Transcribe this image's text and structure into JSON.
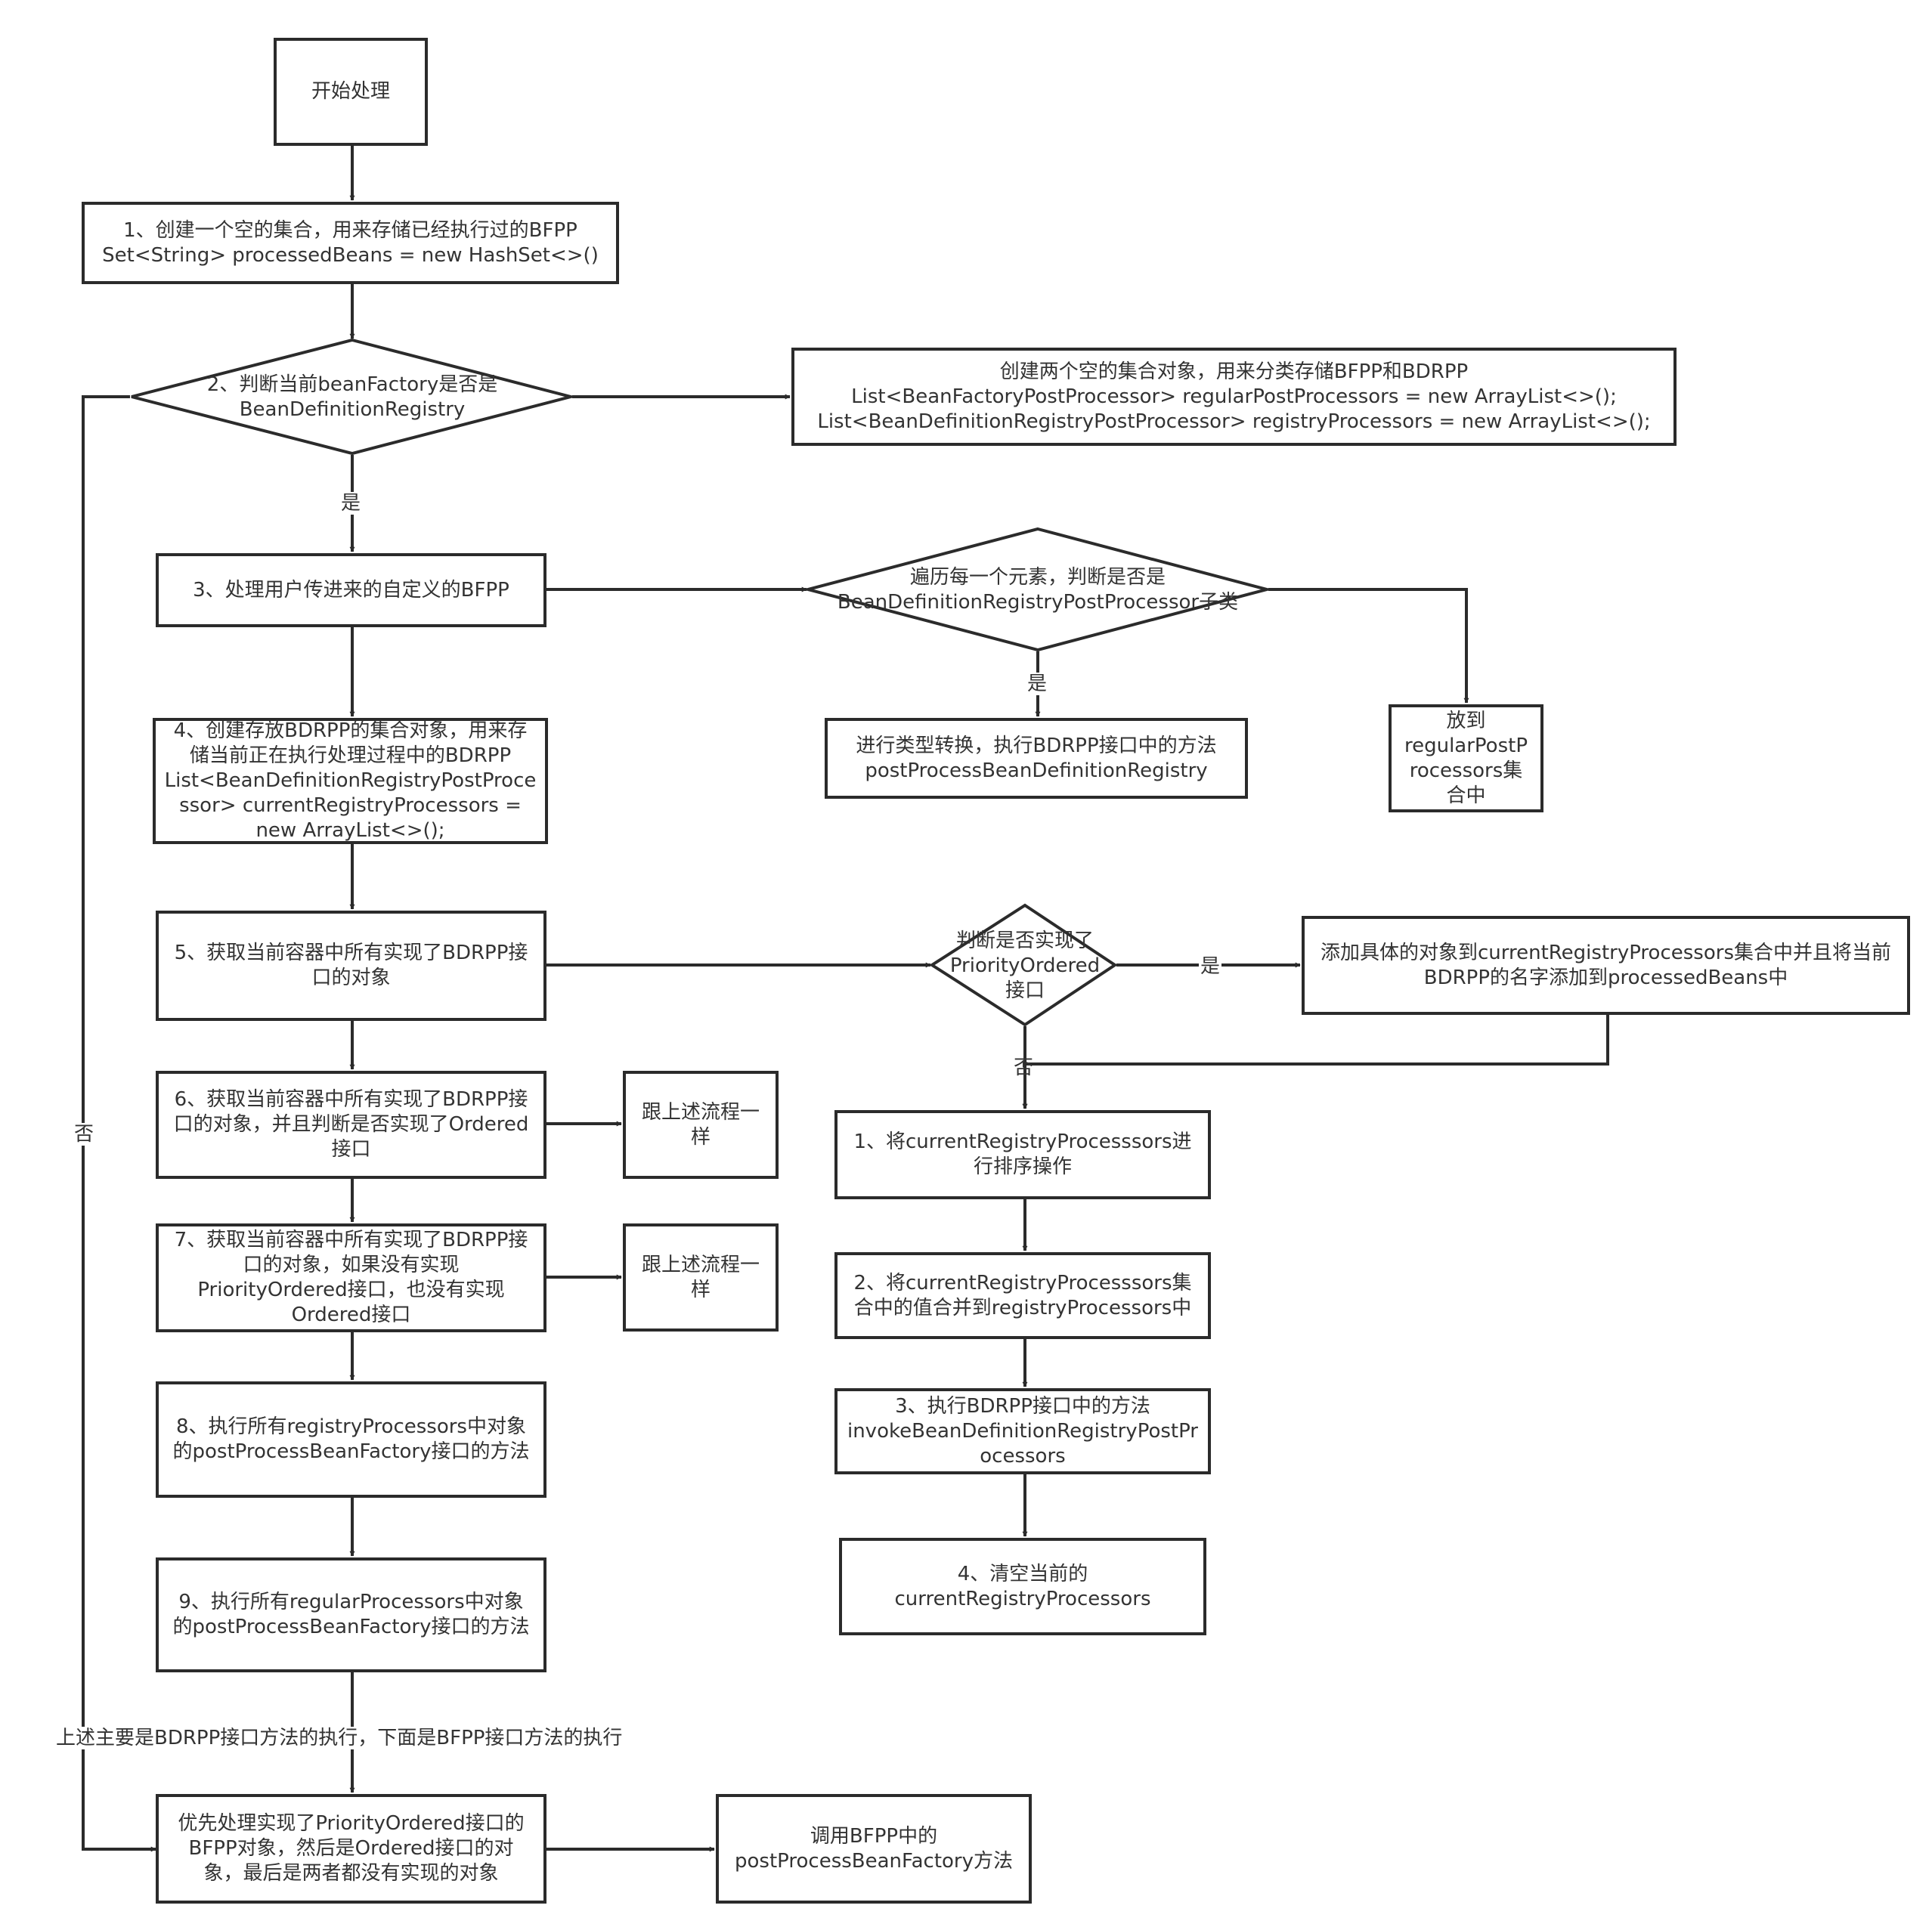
{
  "nodes": {
    "start": "开始处理",
    "step1": "1、创建一个空的集合，用来存储已经执行过的BFPP\nSet<String> processedBeans = new HashSet<>()",
    "decision2": "2、判断当前beanFactory是否是\nBeanDefinitionRegistry",
    "create_lists": "创建两个空的集合对象，用来分类存储BFPP和BDRPP\nList<BeanFactoryPostProcessor> regularPostProcessors = new ArrayList<>();\nList<BeanDefinitionRegistryPostProcessor> registryProcessors = new ArrayList<>();",
    "step3": "3、处理用户传进来的自定义的BFPP",
    "decision_iterate": "遍历每一个元素，判断是否是\nBeanDefinitionRegistryPostProcessor子类",
    "type_cast": "进行类型转换，执行BDRPP接口中的方法\npostProcessBeanDefinitionRegistry",
    "put_regular": "放到\nregularPostP\nrocessors集\n合中",
    "step4": "4、创建存放BDRPP的集合对象，用来存\n储当前正在执行处理过程中的BDRPP\nList<BeanDefinitionRegistryPostProce\nssor> currentRegistryProcessors =\nnew ArrayList<>();",
    "step5": "5、获取当前容器中所有实现了BDRPP接\n口的对象",
    "decision_priority": "判断是否实现了\nPriorityOrdered\n接口",
    "add_current": "添加具体的对象到currentRegistryProcessors集合中并且将当前\nBDRPP的名字添加到processedBeans中",
    "step6": "6、获取当前容器中所有实现了BDRPP接\n口的对象，并且判断是否实现了Ordered\n接口",
    "same_flow_1": "跟上述流程一\n样",
    "step7": "7、获取当前容器中所有实现了BDRPP接\n口的对象，如果没有实现\nPriorityOrdered接口，也没有实现\nOrdered接口",
    "same_flow_2": "跟上述流程一\n样",
    "sub1": "1、将currentRegistryProcesssors进\n行排序操作",
    "sub2": "2、将currentRegistryProcesssors集\n合中的值合并到registryProcessors中",
    "sub3": "3、执行BDRPP接口中的方法\ninvokeBeanDefinitionRegistryPostPr\nocessors",
    "sub4": "4、清空当前的\ncurrentRegistryProcessors",
    "step8": "8、执行所有registryProcessors中对象\n的postProcessBeanFactory接口的方法",
    "step9": "9、执行所有regularProcessors中对象\n的postProcessBeanFactory接口的方法",
    "priority_bfpp": "优先处理实现了PriorityOrdered接口的\nBFPP对象，然后是Ordered接口的对\n象，最后是两者都没有实现的对象",
    "invoke_bfpp": "调用BFPP中的\npostProcessBeanFactory方法"
  },
  "edge_labels": {
    "yes_decision2": "是",
    "no_decision2": "否",
    "yes_iterate": "是",
    "yes_priority": "是",
    "no_priority": "否",
    "transition_note": "上述主要是BDRPP接口方法的执行，下面是BFPP接口方法的执行"
  },
  "colors": {
    "stroke": "#2b2b2b",
    "text": "#333333",
    "background": "#ffffff"
  }
}
